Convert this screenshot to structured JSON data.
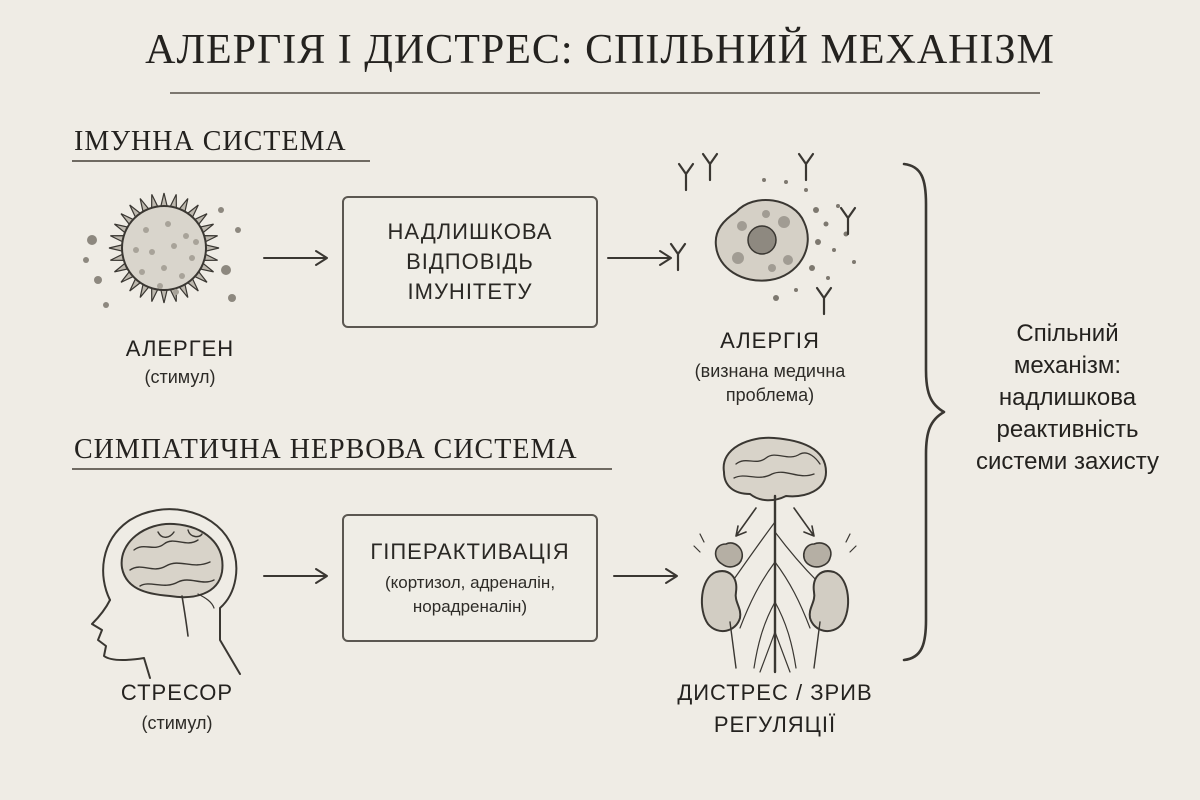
{
  "title": "АЛЕРГІЯ І ДИСТРЕС: СПІЛЬНИЙ МЕХАНІЗМ",
  "immune": {
    "heading": "ІМУННА СИСТЕМА",
    "stimulus_title": "АЛЕРГЕН",
    "stimulus_sub": "(стимул)",
    "box_lines": [
      "НАДЛИШКОВА",
      "ВІДПОВІДЬ",
      "ІМУНІТЕТУ"
    ],
    "result_title": "АЛЕРГІЯ",
    "result_sub_lines": [
      "(визнана медична",
      "проблема)"
    ]
  },
  "nervous": {
    "heading": "СИМПАТИЧНА НЕРВОВА СИСТЕМА",
    "stimulus_title": "СТРЕСОР",
    "stimulus_sub": "(стимул)",
    "box_title": "ГІПЕРАКТИВАЦІЯ",
    "box_sub_lines": [
      "(кортизол, адреналін,",
      "норадреналін)"
    ],
    "result_title_lines": [
      "ДИСТРЕС / ЗРИВ",
      "РЕГУЛЯЦІЇ"
    ]
  },
  "summary_lines": [
    "Спільний",
    "механізм:",
    "надлишкова",
    "реактивність",
    "системи захисту"
  ],
  "colors": {
    "background": "#efece5",
    "ink": "#3a3732"
  },
  "icons": [
    "pollen-icon",
    "immune-cell-icon",
    "antibody-icon",
    "head-brain-icon",
    "brain-adrenal-icon",
    "arrow-icon",
    "curly-brace-icon"
  ]
}
